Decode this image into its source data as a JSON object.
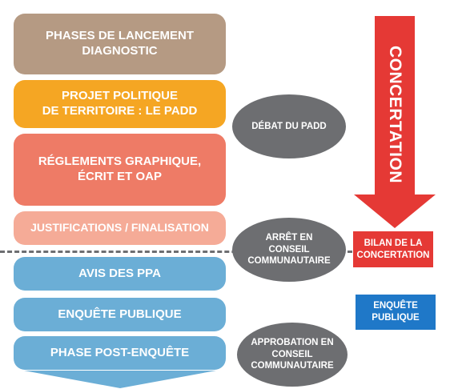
{
  "phases": [
    {
      "lines": [
        "PHASES DE LANCEMENT",
        "DIAGNOSTIC"
      ]
    },
    {
      "lines": [
        "PROJET POLITIQUE",
        "DE TERRITOIRE : LE PADD"
      ]
    },
    {
      "lines": [
        "RÉGLEMENTS GRAPHIQUE,",
        "ÉCRIT ET OAP"
      ]
    },
    {
      "lines": [
        "JUSTIFICATIONS / FINALISATION"
      ]
    },
    {
      "lines": [
        "AVIS DES PPA"
      ]
    },
    {
      "lines": [
        "ENQUÊTE PUBLIQUE"
      ]
    },
    {
      "lines": [
        "PHASE POST-ENQUÊTE"
      ]
    }
  ],
  "milestones": [
    {
      "lines": [
        "DÉBAT DU PADD"
      ]
    },
    {
      "lines": [
        "ARRÊT EN",
        "CONSEIL",
        "COMMUNAUTAIRE"
      ]
    },
    {
      "lines": [
        "APPROBATION EN",
        "CONSEIL",
        "COMMUNAUTAIRE"
      ]
    }
  ],
  "concertation": {
    "arrow_label": "CONCERTATION",
    "bilan_lines": [
      "BILAN DE LA",
      "CONCERTATION"
    ]
  },
  "enquete_tag": {
    "lines": [
      "ENQUÊTE",
      "PUBLIQUE"
    ]
  },
  "colors": {
    "phase_lancement": "#b59a83",
    "phase_padd": "#f5a623",
    "phase_reglements": "#ee7b66",
    "phase_justifications": "#f5ab97",
    "phase_blue": "#6baed6",
    "milestone": "#6d6e71",
    "concertation_red": "#e53935",
    "enquete_blue": "#1f78c8"
  }
}
